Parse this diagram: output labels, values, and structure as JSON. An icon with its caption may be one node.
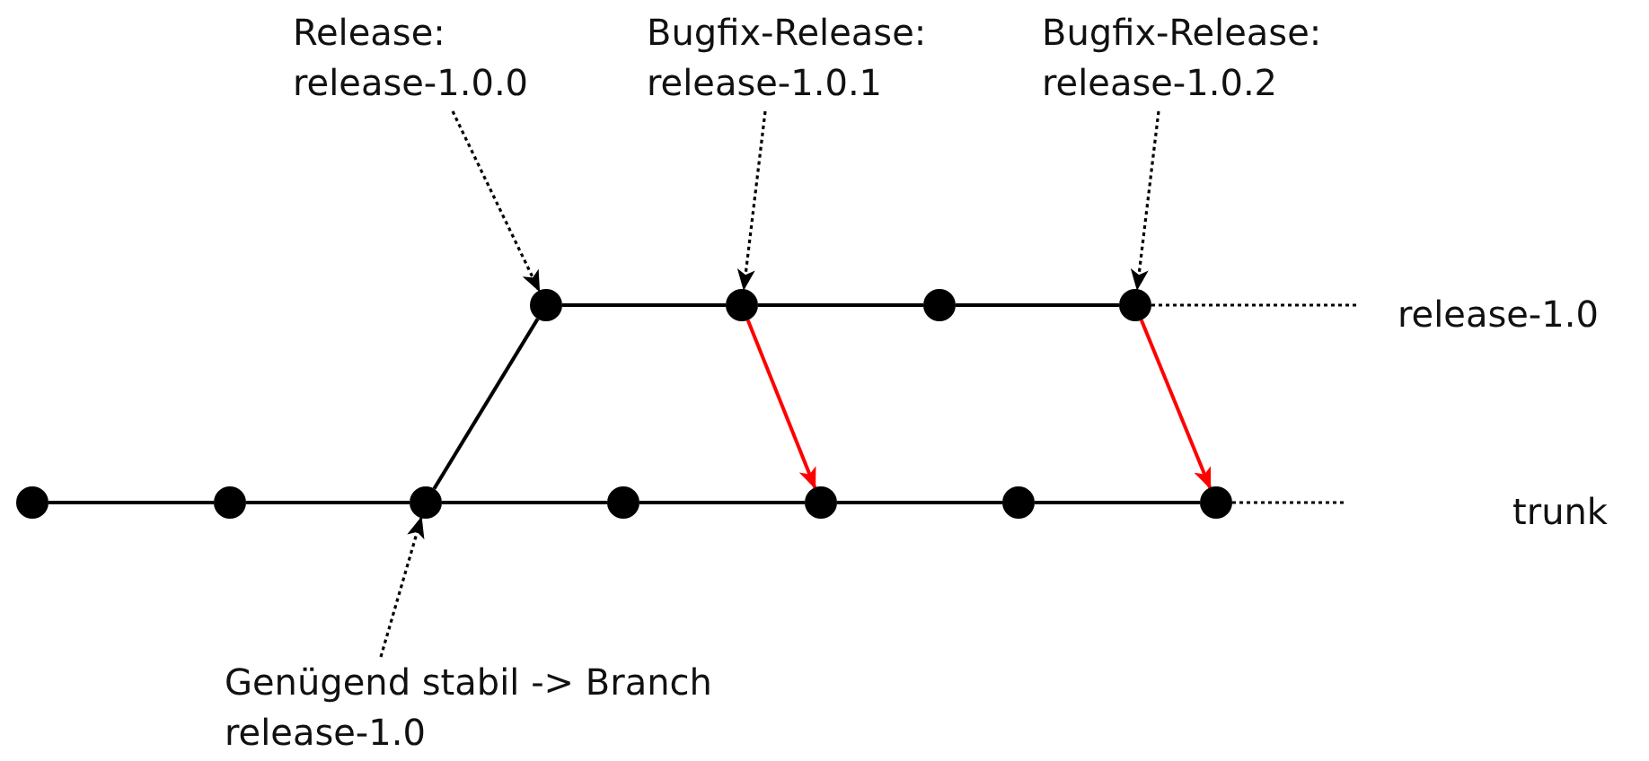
{
  "diagram": {
    "nodes": [
      {
        "text": [
          "Release: release-1.0.0"
        ]
      },
      {
        "text": [
          "Bugfix-Release: release-1.0.1"
        ]
      },
      {
        "text": [
          "Bugfix-Release: release-1.0.2"
        ]
      },
      {
        "text": [],
        "shape": "circle"
      },
      {
        "text": [],
        "shape": "circle"
      },
      {
        "text": [],
        "shape": "circle"
      },
      {
        "text": [],
        "shape": "circle"
      },
      {
        "text": [],
        "shape": "circle"
      },
      {
        "text": [],
        "shape": "circle"
      },
      {
        "text": [],
        "shape": "circle"
      },
      {
        "text": [],
        "shape": "circle"
      },
      {
        "text": [],
        "shape": "circle"
      },
      {
        "text": [],
        "shape": "circle"
      },
      {
        "text": [],
        "shape": "circle"
      },
      {
        "text": [
          "Genügend stabil -> Branch release-1.0"
        ]
      }
    ],
    "edges": [
      {
        "from": 0,
        "to": 3,
        "arrow": "to",
        "style": "dashed"
      },
      {
        "from": 1,
        "to": 4,
        "arrow": "to",
        "style": "dashed"
      },
      {
        "from": 2,
        "to": 6,
        "arrow": "to",
        "style": "dashed"
      },
      {
        "from": 3,
        "to": 4,
        "arrow": "none"
      },
      {
        "from": 4,
        "to": 5,
        "arrow": "none"
      },
      {
        "from": 5,
        "to": 6,
        "arrow": "none"
      },
      {
        "from": 6,
        "to": null,
        "arrow": "none",
        "style": "dashed"
      },
      {
        "from": 7,
        "to": 8,
        "arrow": "none"
      },
      {
        "from": 8,
        "to": 9,
        "arrow": "none"
      },
      {
        "from": 9,
        "to": 10,
        "arrow": "none"
      },
      {
        "from": 10,
        "to": 11,
        "arrow": "none"
      },
      {
        "from": 11,
        "to": 12,
        "arrow": "none"
      },
      {
        "from": 12,
        "to": 13,
        "arrow": "none"
      },
      {
        "from": 13,
        "to": null,
        "arrow": "none",
        "style": "dashed"
      },
      {
        "from": 9,
        "to": 3,
        "arrow": "none"
      },
      {
        "from": 4,
        "to": 11,
        "arrow": "to",
        "color": "#ff0000"
      },
      {
        "from": 6,
        "to": 13,
        "arrow": "to",
        "color": "#ff0000"
      },
      {
        "from": 14,
        "to": 9,
        "arrow": "to",
        "style": "dashed"
      }
    ],
    "labels": [
      "release-1.0",
      "trunk"
    ]
  }
}
